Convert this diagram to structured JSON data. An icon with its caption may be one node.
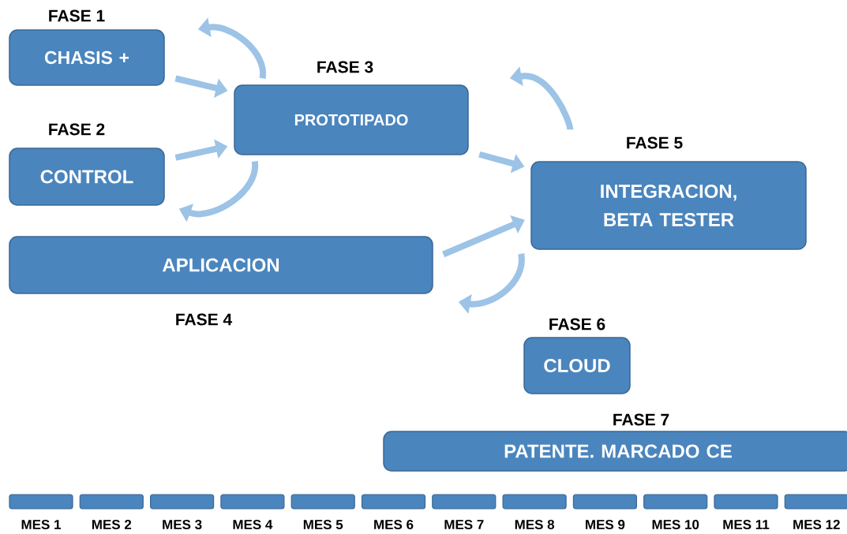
{
  "diagram": {
    "nodes": [
      {
        "text": [
          "FASE 1",
          "CHASIS +"
        ]
      },
      {
        "text": [
          "FASE 2",
          "CONTROL"
        ]
      },
      {
        "text": [
          "FASE 3",
          "PROTOTIPADO"
        ]
      },
      {
        "text": [
          "APLICACION",
          "FASE 4"
        ]
      },
      {
        "text": [
          "FASE 5",
          "INTEGRACION, BETA TESTER"
        ]
      },
      {
        "text": [
          "FASE 6",
          "CLOUD"
        ]
      },
      {
        "text": [
          "FASE 7",
          "PATENTE. MARCADO CE"
        ]
      },
      {
        "text": [
          "MES 1"
        ]
      },
      {
        "text": [
          "MES 2"
        ]
      },
      {
        "text": [
          "MES 3"
        ]
      },
      {
        "text": [
          "MES 4"
        ]
      },
      {
        "text": [
          "MES 5"
        ]
      },
      {
        "text": [
          "MES 6"
        ]
      },
      {
        "text": [
          "MES 7"
        ]
      },
      {
        "text": [
          "MES 8"
        ]
      },
      {
        "text": [
          "MES 9"
        ]
      },
      {
        "text": [
          "MES 10"
        ]
      },
      {
        "text": [
          "MES 11"
        ]
      },
      {
        "text": [
          "MES 12"
        ]
      }
    ],
    "edges": [
      {
        "from": 0,
        "to": 2,
        "arrow": "to"
      },
      {
        "from": 1,
        "to": 2,
        "arrow": "to"
      },
      {
        "from": 2,
        "to": 4,
        "arrow": "to"
      },
      {
        "from": 3,
        "to": 4,
        "arrow": "to"
      },
      {
        "from": 2,
        "to": 0,
        "arrow": "to"
      },
      {
        "from": 2,
        "to": 1,
        "arrow": "to"
      },
      {
        "from": 4,
        "to": 2,
        "arrow": "to"
      },
      {
        "from": 4,
        "to": 3,
        "arrow": "to"
      }
    ]
  }
}
